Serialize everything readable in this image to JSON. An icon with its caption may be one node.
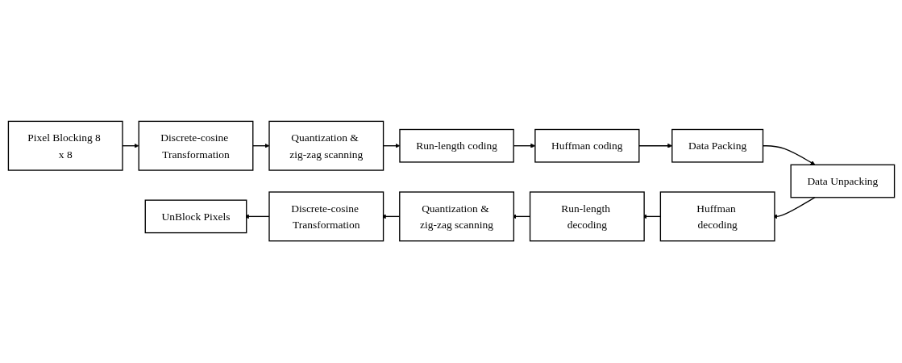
{
  "diagram": {
    "nodes": [
      {
        "text": [
          "Pixel Blocking 8 x 8"
        ]
      },
      {
        "text": [
          "Discrete-cosine Transformation"
        ]
      },
      {
        "text": [
          "Quantization & zig-zag scanning"
        ]
      },
      {
        "text": [
          "Run-length coding"
        ]
      },
      {
        "text": [
          "Huffman coding"
        ]
      },
      {
        "text": [
          "Data Packing"
        ]
      },
      {
        "text": [
          "UnBlock Pixels"
        ]
      },
      {
        "text": [
          "Discrete-cosine Transformation"
        ]
      },
      {
        "text": [
          "Quantization & zig-zag scanning"
        ]
      },
      {
        "text": [
          "Run-length decoding"
        ]
      },
      {
        "text": [
          "Huffman decoding"
        ]
      },
      {
        "text": [
          "Data Unpacking"
        ]
      }
    ],
    "edges": [
      {
        "from": 0,
        "to": 1,
        "arrow": "to"
      },
      {
        "from": 1,
        "to": 2,
        "arrow": "to"
      },
      {
        "from": 2,
        "to": 3,
        "arrow": "to"
      },
      {
        "from": 3,
        "to": 4,
        "arrow": "to"
      },
      {
        "from": 4,
        "to": 5,
        "arrow": "to"
      },
      {
        "from": 5,
        "to": 11,
        "arrow": "to"
      },
      {
        "from": 11,
        "to": 10,
        "arrow": "to"
      },
      {
        "from": 10,
        "to": 9,
        "arrow": "to"
      },
      {
        "from": 9,
        "to": 8,
        "arrow": "to"
      },
      {
        "from": 8,
        "to": 7,
        "arrow": "to"
      },
      {
        "from": 7,
        "to": 6,
        "arrow": "to"
      }
    ]
  }
}
